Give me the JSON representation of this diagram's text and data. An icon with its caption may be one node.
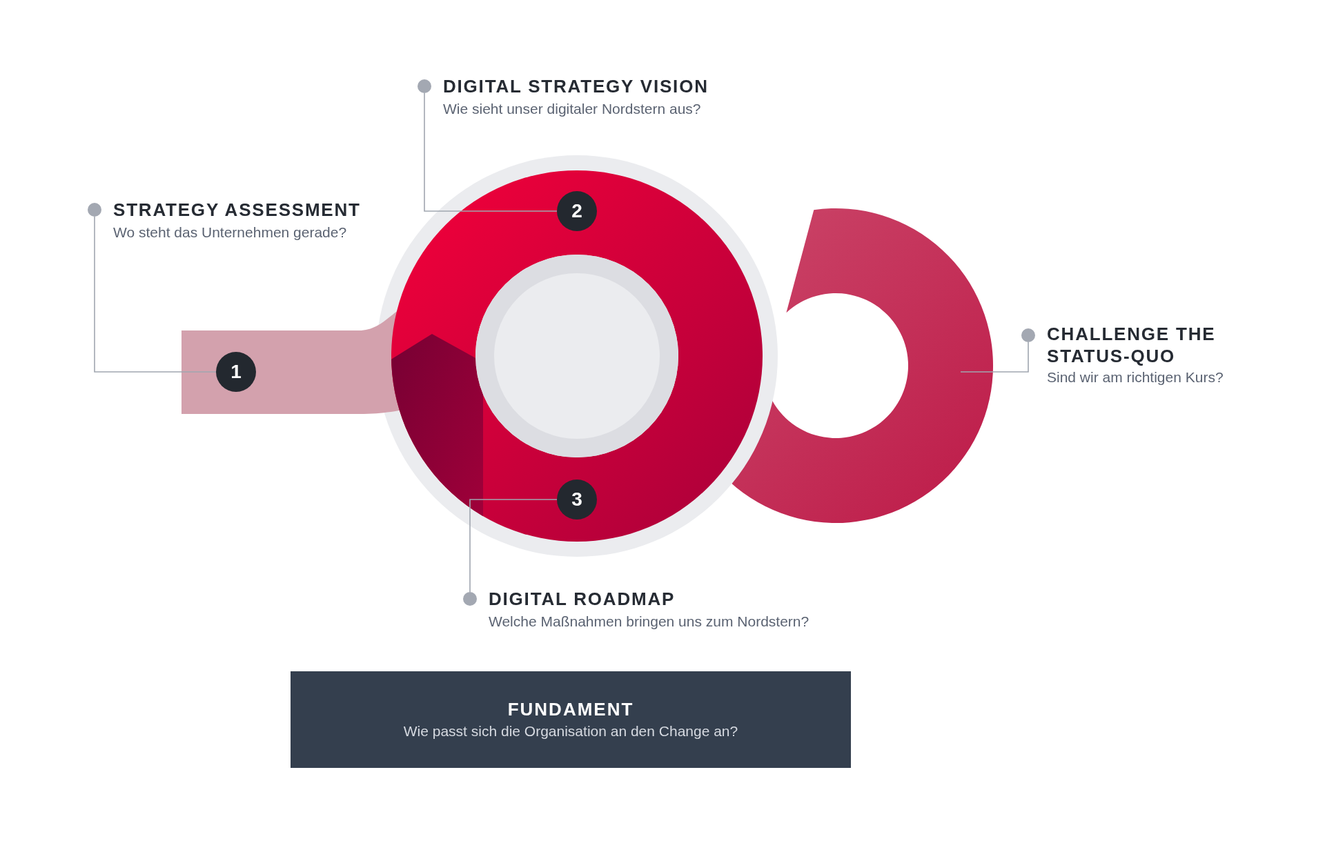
{
  "diagram": {
    "nodes": [
      {
        "text": [
          "STRATEGY ASSESSMENT",
          "Wo steht das Unternehmen gerade?"
        ]
      },
      {
        "text": [
          "1"
        ]
      },
      {
        "text": [
          "DIGITAL STRATEGY VISION",
          "Wie sieht unser digitaler Nordstern aus?"
        ]
      },
      {
        "text": [
          "2"
        ]
      },
      {
        "text": [
          "CHALLENGE THE STATUS-QUO",
          "Sind wir am richtigen Kurs?"
        ]
      },
      {
        "text": [],
        "shape": "circle"
      },
      {
        "text": [
          "DIGITAL ROADMAP",
          "Welche Maßnahmen bringen uns zum Nordstern?"
        ]
      },
      {
        "text": [
          "3"
        ]
      },
      {
        "text": [
          "FUNDAMENT",
          "Wie passt sich die Organisation an den Change an?"
        ]
      }
    ],
    "edges": [
      {
        "from": 0,
        "to": 1,
        "arrow": "none"
      },
      {
        "from": 2,
        "to": 3,
        "arrow": "none"
      },
      {
        "from": 4,
        "to": 5,
        "arrow": "none"
      },
      {
        "from": 6,
        "to": 7,
        "arrow": "none"
      }
    ]
  }
}
